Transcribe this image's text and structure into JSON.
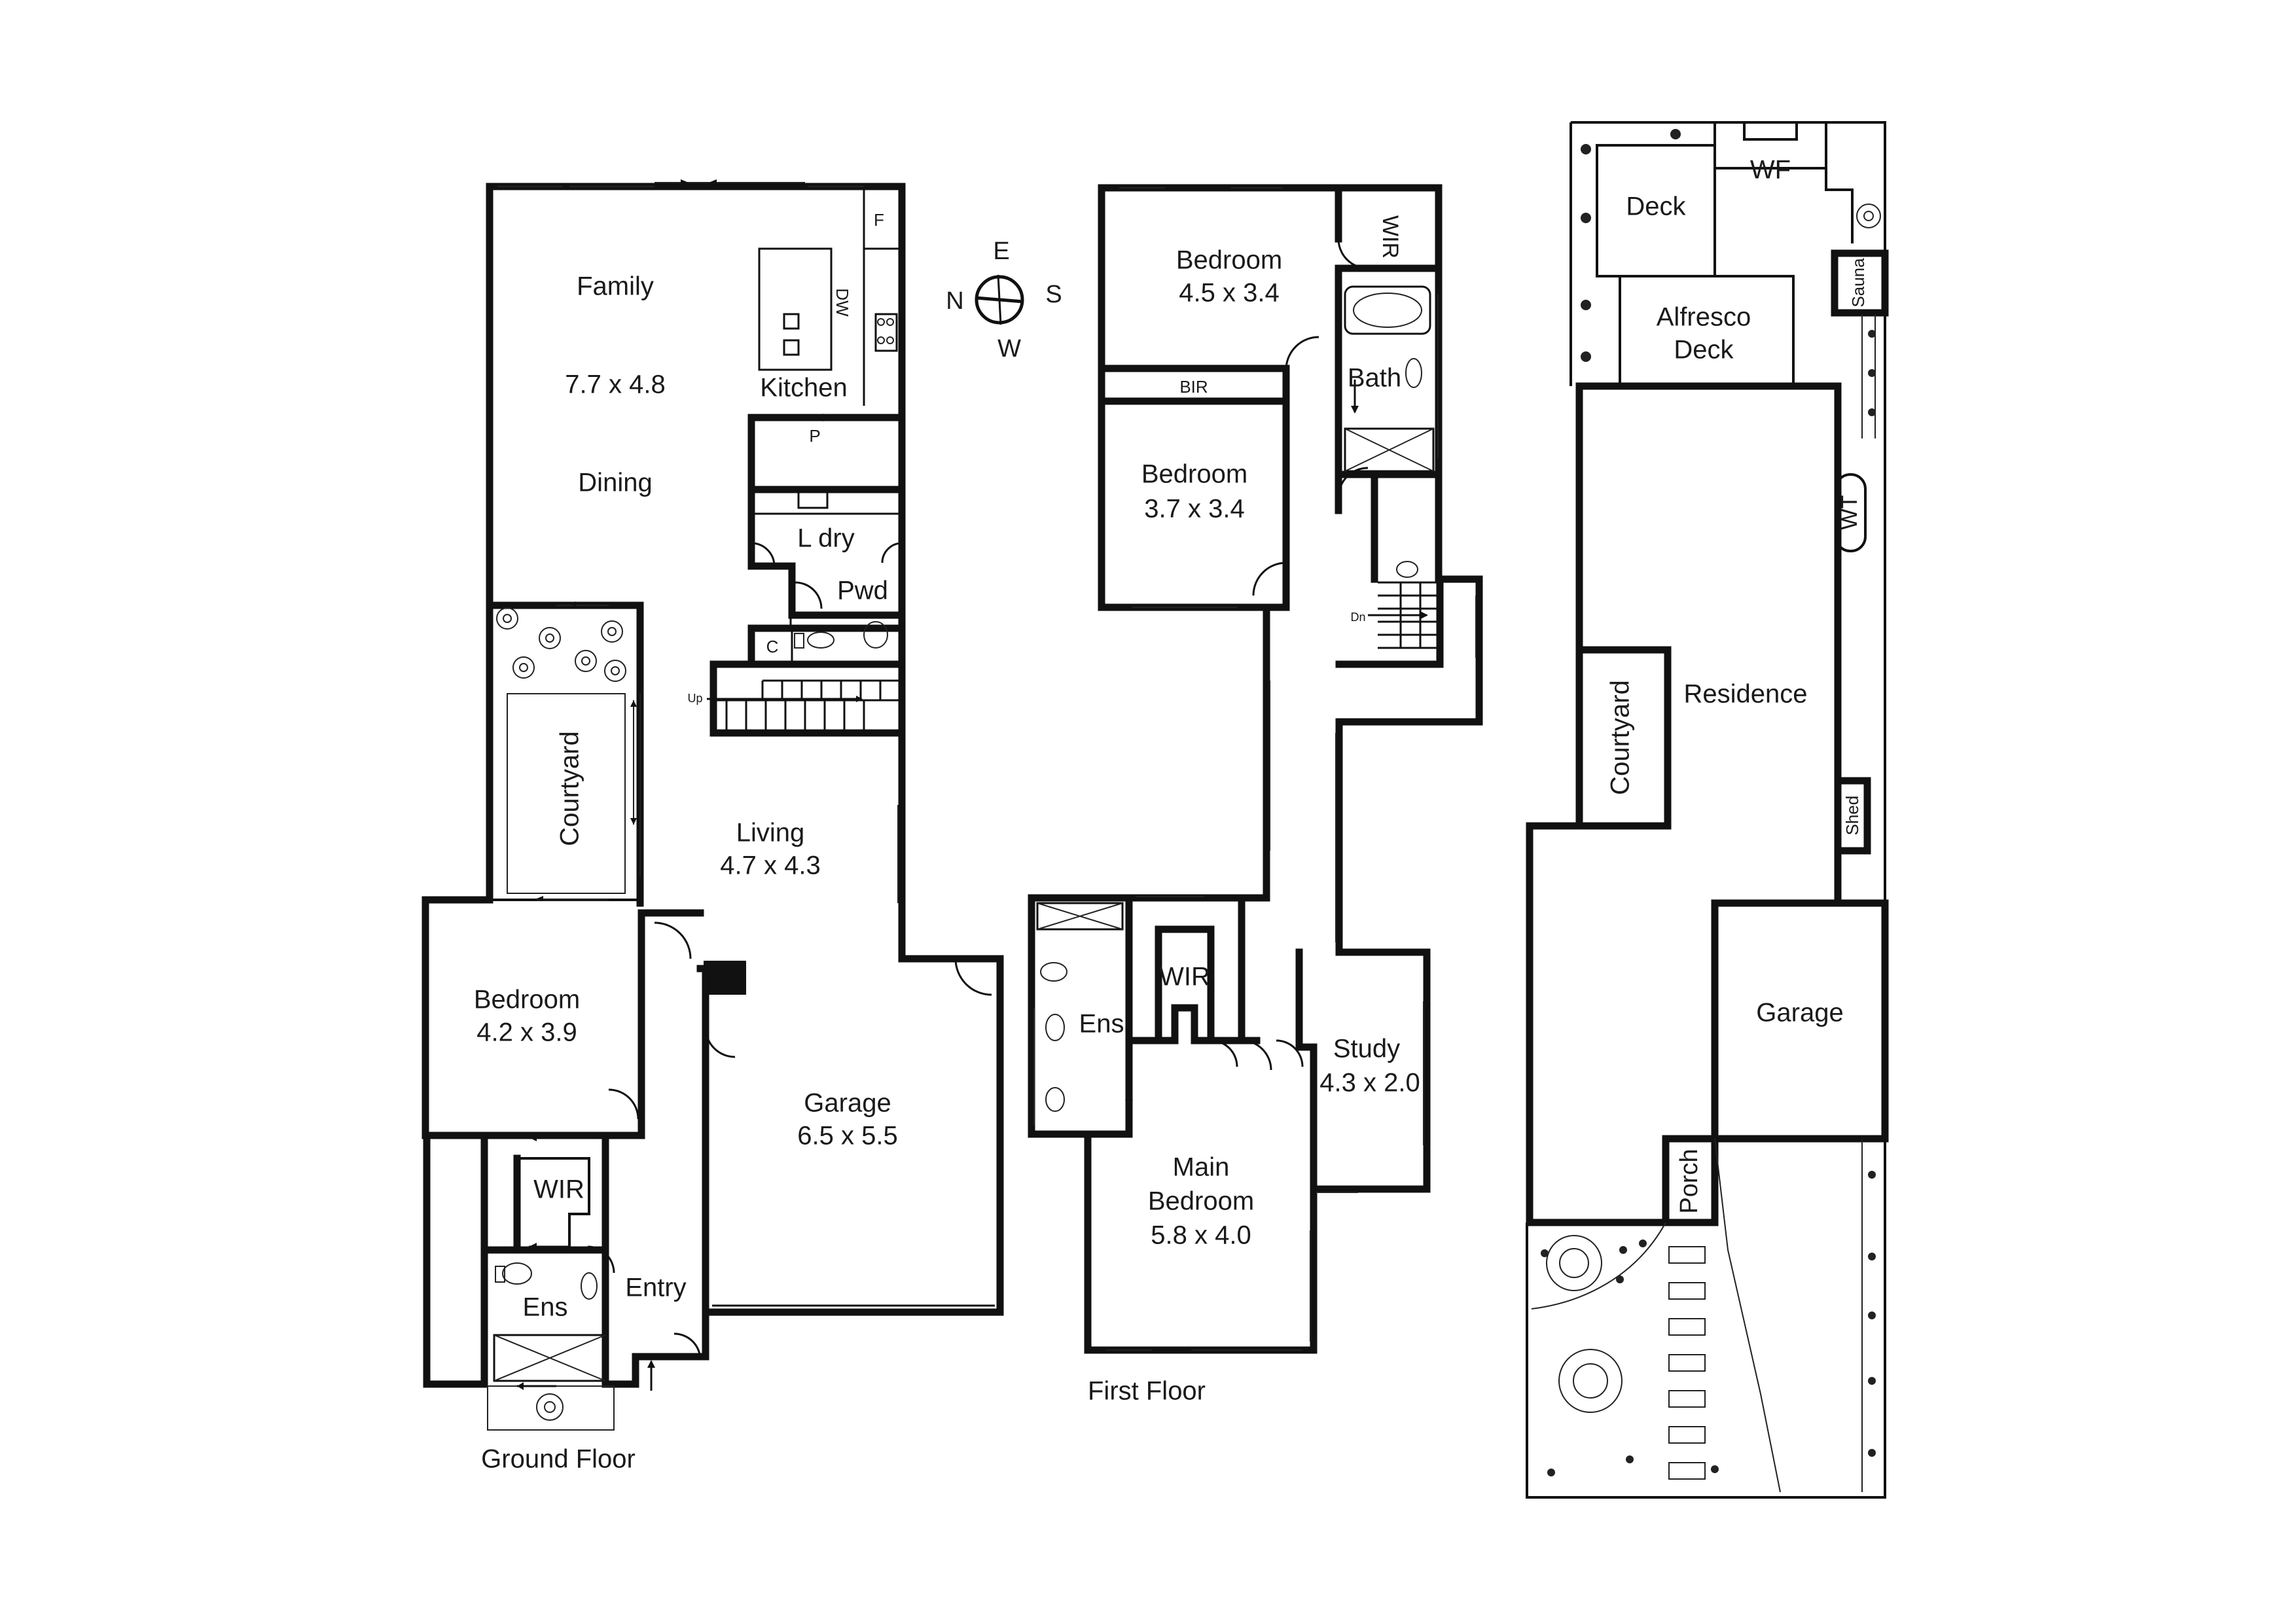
{
  "ground_floor": {
    "title": "Ground Floor",
    "rooms": {
      "family": {
        "name": "Family",
        "dims": "7.7 x 4.8"
      },
      "dining": {
        "name": "Dining"
      },
      "kitchen": {
        "name": "Kitchen"
      },
      "laundry": {
        "name": "L dry"
      },
      "powder": {
        "name": "Pwd"
      },
      "courtyard": {
        "name": "Courtyard"
      },
      "living": {
        "name": "Living",
        "dims": "4.7 x 4.3"
      },
      "bedroom": {
        "name": "Bedroom",
        "dims": "4.2 x 3.9"
      },
      "wir": {
        "name": "WIR"
      },
      "ensuite": {
        "name": "Ens"
      },
      "entry": {
        "name": "Entry"
      },
      "garage": {
        "name": "Garage",
        "dims": "6.5 x 5.5"
      }
    },
    "fixtures": {
      "fridge": "F",
      "dishwasher": "DW",
      "pantry": "P",
      "cupboard": "C",
      "stairs_up": "Up"
    }
  },
  "first_floor": {
    "title": "First Floor",
    "rooms": {
      "bedroom1": {
        "name": "Bedroom",
        "dims": "4.5 x 3.4"
      },
      "wir1": {
        "name": "WIR"
      },
      "bir": {
        "name": "BIR"
      },
      "bath": {
        "name": "Bath"
      },
      "bedroom2": {
        "name": "Bedroom",
        "dims": "3.7 x 3.4"
      },
      "ensuite": {
        "name": "Ens"
      },
      "wir2": {
        "name": "WIR"
      },
      "study": {
        "name": "Study",
        "dims": "4.3 x 2.0"
      },
      "main_bedroom": {
        "name": "Main\nBedroom",
        "line1": "Main",
        "line2": "Bedroom",
        "dims": "5.8 x 4.0"
      }
    },
    "fixtures": {
      "stairs_down": "Dn"
    }
  },
  "compass": {
    "north": "N",
    "east": "E",
    "south": "S",
    "west": "W"
  },
  "site_plan": {
    "deck": "Deck",
    "wf": "WF",
    "sauna": "Sauna",
    "alfresco_line1": "Alfresco",
    "alfresco_line2": "Deck",
    "wt": "WT",
    "courtyard": "Courtyard",
    "residence": "Residence",
    "shed": "Shed",
    "garage": "Garage",
    "porch": "Porch"
  }
}
